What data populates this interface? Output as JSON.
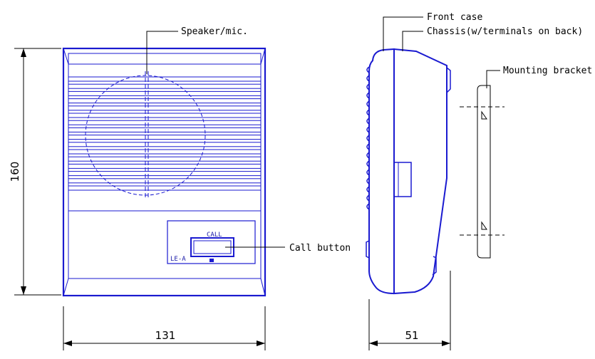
{
  "labels": {
    "speaker": "Speaker/mic.",
    "call_button": "Call button",
    "front_case": "Front case",
    "chassis": "Chassis(w/terminals on back)",
    "mounting_bracket": "Mounting bracket",
    "panel_call": "CALL",
    "model": "LE-A"
  },
  "dimensions": {
    "height": "160",
    "width": "131",
    "depth": "51"
  },
  "colors": {
    "outline": "#1a1ad0",
    "leader": "#000000"
  }
}
